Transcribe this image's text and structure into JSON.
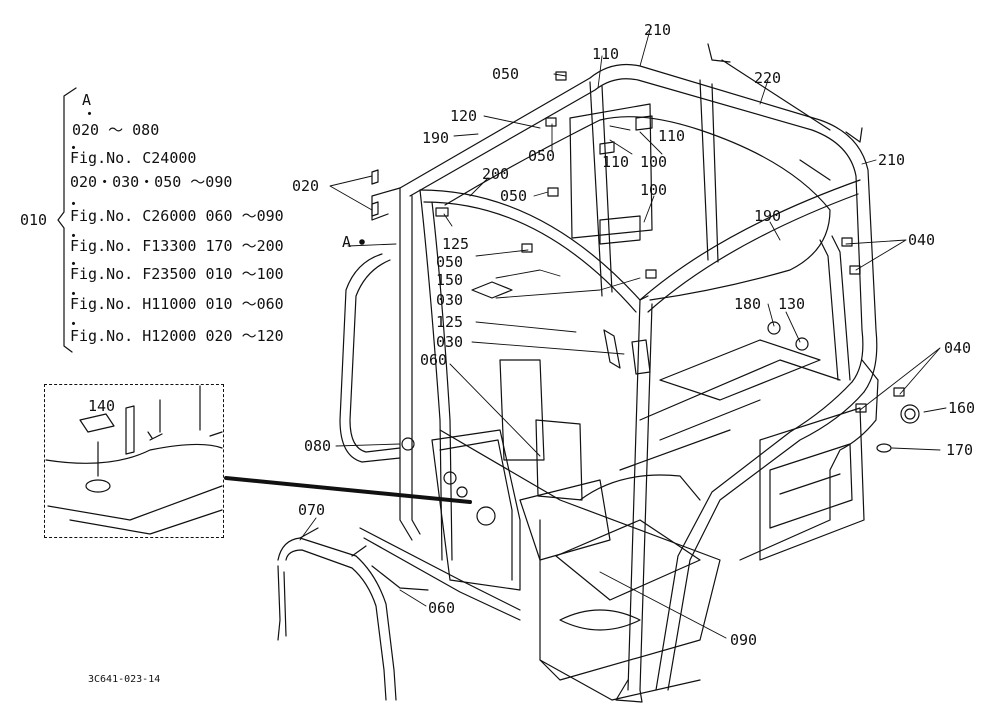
{
  "diagram": {
    "drawing_code": "3C641-023-14",
    "reference_block": {
      "main_label": "010",
      "view_label": "A",
      "lines": [
        "020 ～ 080",
        "Fig.No. C24000",
        "020・030・050 ～090",
        "Fig.No. C26000 060 ～090",
        "Fig.No. F13300  170 ～200",
        "Fig.No. F23500  010 ～100",
        "Fig.No. H11000  010 ～060",
        "Fig.No. H12000 020 ～120"
      ]
    },
    "view_marker": "A",
    "parts": {
      "p210a": "210",
      "p110a": "110",
      "p050a": "050",
      "p220": "220",
      "p120": "120",
      "p190a": "190",
      "p110b": "110",
      "p050b": "050",
      "p110c": "110",
      "p100a": "100",
      "p210b": "210",
      "p020": "020",
      "p200": "200",
      "p050c": "050",
      "p100b": "100",
      "p190b": "190",
      "p040a": "040",
      "p125a": "125",
      "p050d": "050",
      "p150": "150",
      "p030a": "030",
      "p180": "180",
      "p130": "130",
      "p125b": "125",
      "p030b": "030",
      "p040b": "040",
      "p060a": "060",
      "p160": "160",
      "p140": "140",
      "p170": "170",
      "p080": "080",
      "p070": "070",
      "p060b": "060",
      "p090": "090"
    }
  }
}
